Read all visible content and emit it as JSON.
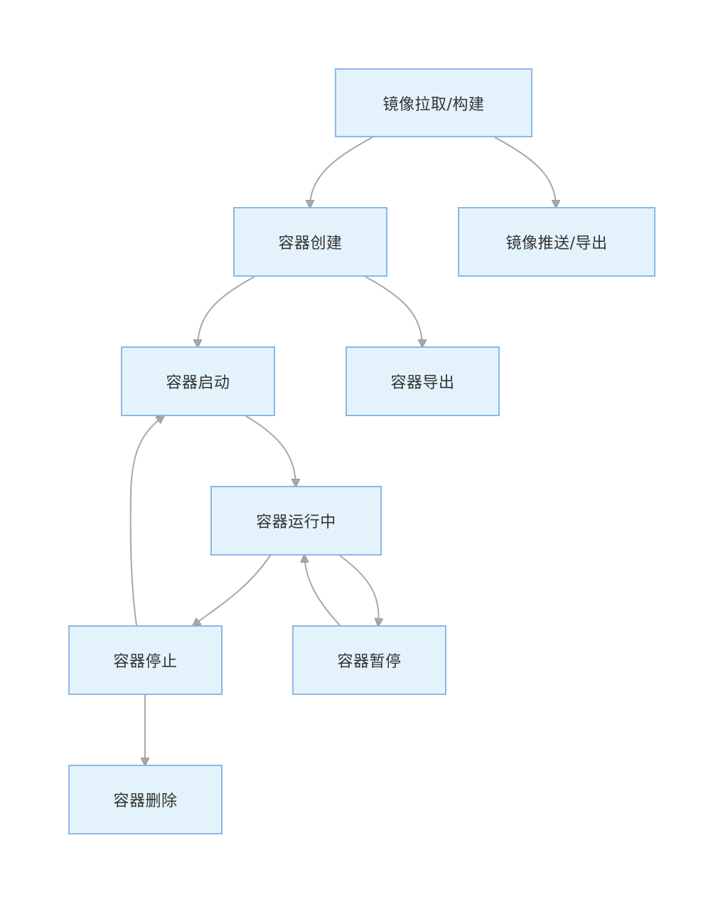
{
  "diagram": {
    "nodes": {
      "image_pull_build": "镜像拉取/构建",
      "container_create": "容器创建",
      "image_push_export": "镜像推送/导出",
      "container_start": "容器启动",
      "container_export": "容器导出",
      "container_running": "容器运行中",
      "container_stop": "容器停止",
      "container_pause": "容器暂停",
      "container_delete": "容器删除"
    },
    "edges": [
      {
        "from": "image_pull_build",
        "to": "container_create"
      },
      {
        "from": "image_pull_build",
        "to": "image_push_export"
      },
      {
        "from": "container_create",
        "to": "container_start"
      },
      {
        "from": "container_create",
        "to": "container_export"
      },
      {
        "from": "container_start",
        "to": "container_running"
      },
      {
        "from": "container_running",
        "to": "container_stop"
      },
      {
        "from": "container_running",
        "to": "container_pause"
      },
      {
        "from": "container_pause",
        "to": "container_running"
      },
      {
        "from": "container_stop",
        "to": "container_start"
      },
      {
        "from": "container_stop",
        "to": "container_delete"
      }
    ],
    "colors": {
      "node_fill": "#e4f3fb",
      "node_border": "#8bb8e8",
      "edge": "#a8a8a8",
      "text": "#333333"
    }
  }
}
